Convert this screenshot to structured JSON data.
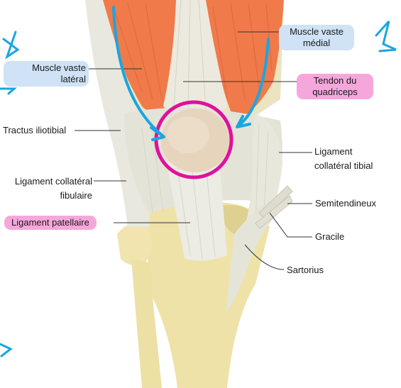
{
  "labels": {
    "vaste_lateral_1": "Muscle vaste",
    "vaste_lateral_2": "latéral",
    "vaste_medial_1": "Muscle vaste",
    "vaste_medial_2": "médial",
    "tendon_quadriceps_1": "Tendon du",
    "tendon_quadriceps_2": "quadriceps",
    "tractus_iliotibial": "Tractus iliotibial",
    "lig_collat_tibial_1": "Ligament",
    "lig_collat_tibial_2": "collatéral tibial",
    "lig_collat_fibulaire_1": "Ligament collatéral",
    "lig_collat_fibulaire_2": "fibulaire",
    "semitendineux": "Semitendineux",
    "ligament_patellaire": "Ligament patellaire",
    "gracile": "Gracile",
    "sartorius": "Sartorius"
  },
  "colors": {
    "muscle": "#f07a4a",
    "tendon": "#e9e8de",
    "bone": "#efe2a8",
    "patella": "#e6d4bc",
    "highlight_circle": "#e0109c",
    "annotation_arrow": "#19a6e0",
    "label_pill_blue": "#cfe2f6",
    "label_pill_pink": "#f5a7dc"
  }
}
